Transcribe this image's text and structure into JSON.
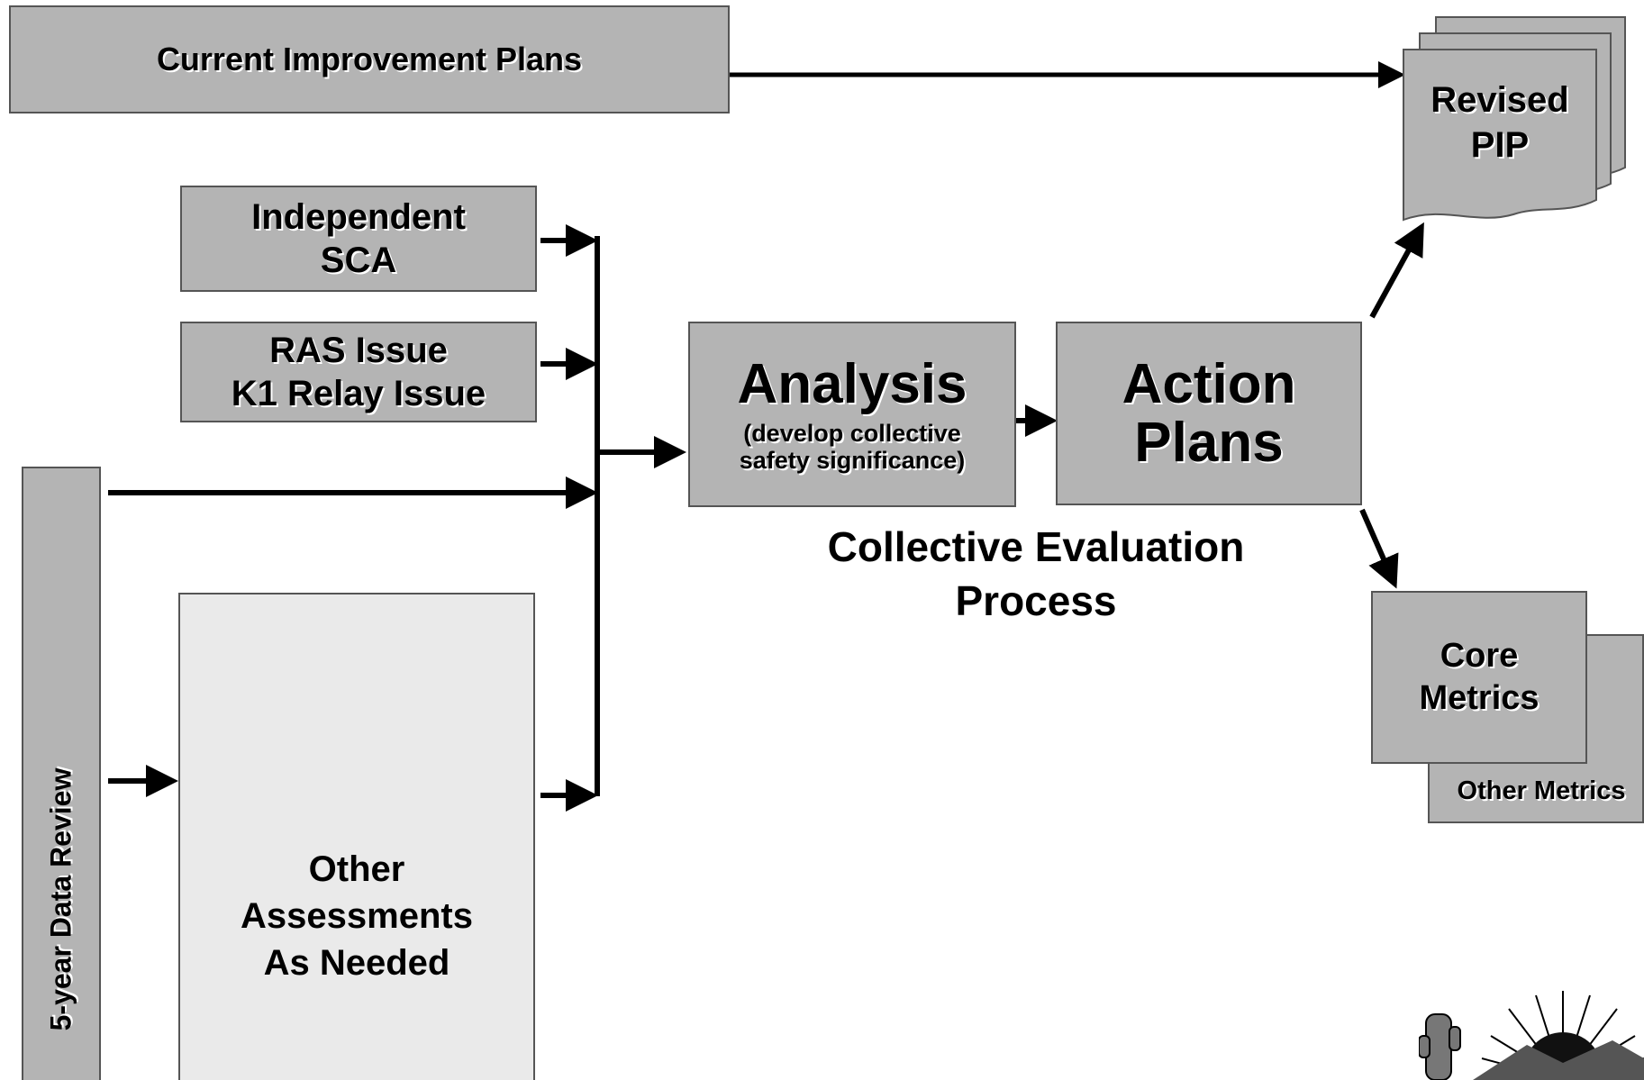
{
  "boxes": {
    "current_improvement_plans": "Current Improvement Plans",
    "independent_sca_line1": "Independent",
    "independent_sca_line2": "SCA",
    "ras_issue_line1": "RAS Issue",
    "ras_issue_line2": "K1 Relay Issue",
    "five_year_review": "5-year Data Review",
    "other_assessments_line1": "Other",
    "other_assessments_line2": "Assessments",
    "other_assessments_line3": "As Needed",
    "analysis_title": "Analysis",
    "analysis_sub1": "(develop collective",
    "analysis_sub2": "safety significance)",
    "action_plans_line1": "Action",
    "action_plans_line2": "Plans",
    "revised_pip_line1": "Revised",
    "revised_pip_line2": "PIP",
    "core_metrics_line1": "Core",
    "core_metrics_line2": "Metrics",
    "other_metrics": "Other Metrics"
  },
  "caption": {
    "line1": "Collective Evaluation",
    "line2": "Process"
  },
  "icons": {
    "logo": "sun-mountain-cactus-logo-icon"
  }
}
